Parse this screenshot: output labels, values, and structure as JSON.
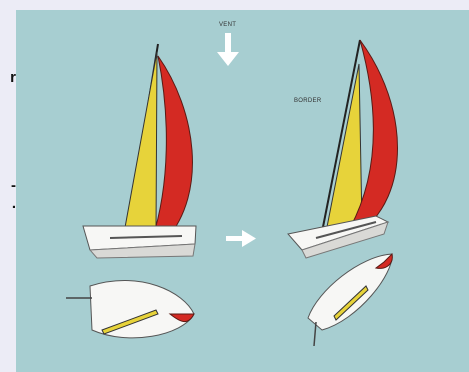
{
  "labels": {
    "wind": "VENT",
    "border": "BORDER"
  },
  "cut_text": {
    "line1": "r",
    "line2": "-",
    "line3": "."
  },
  "colors": {
    "panel": "#a7ced1",
    "jib_red": "#d42a23",
    "main_yellow": "#e7d33a",
    "hull_white": "#f7f7f5",
    "arrow_white": "#ffffff"
  },
  "icons": {
    "wind_arrow": "down-arrow-icon",
    "transition_arrow": "right-arrow-icon"
  }
}
